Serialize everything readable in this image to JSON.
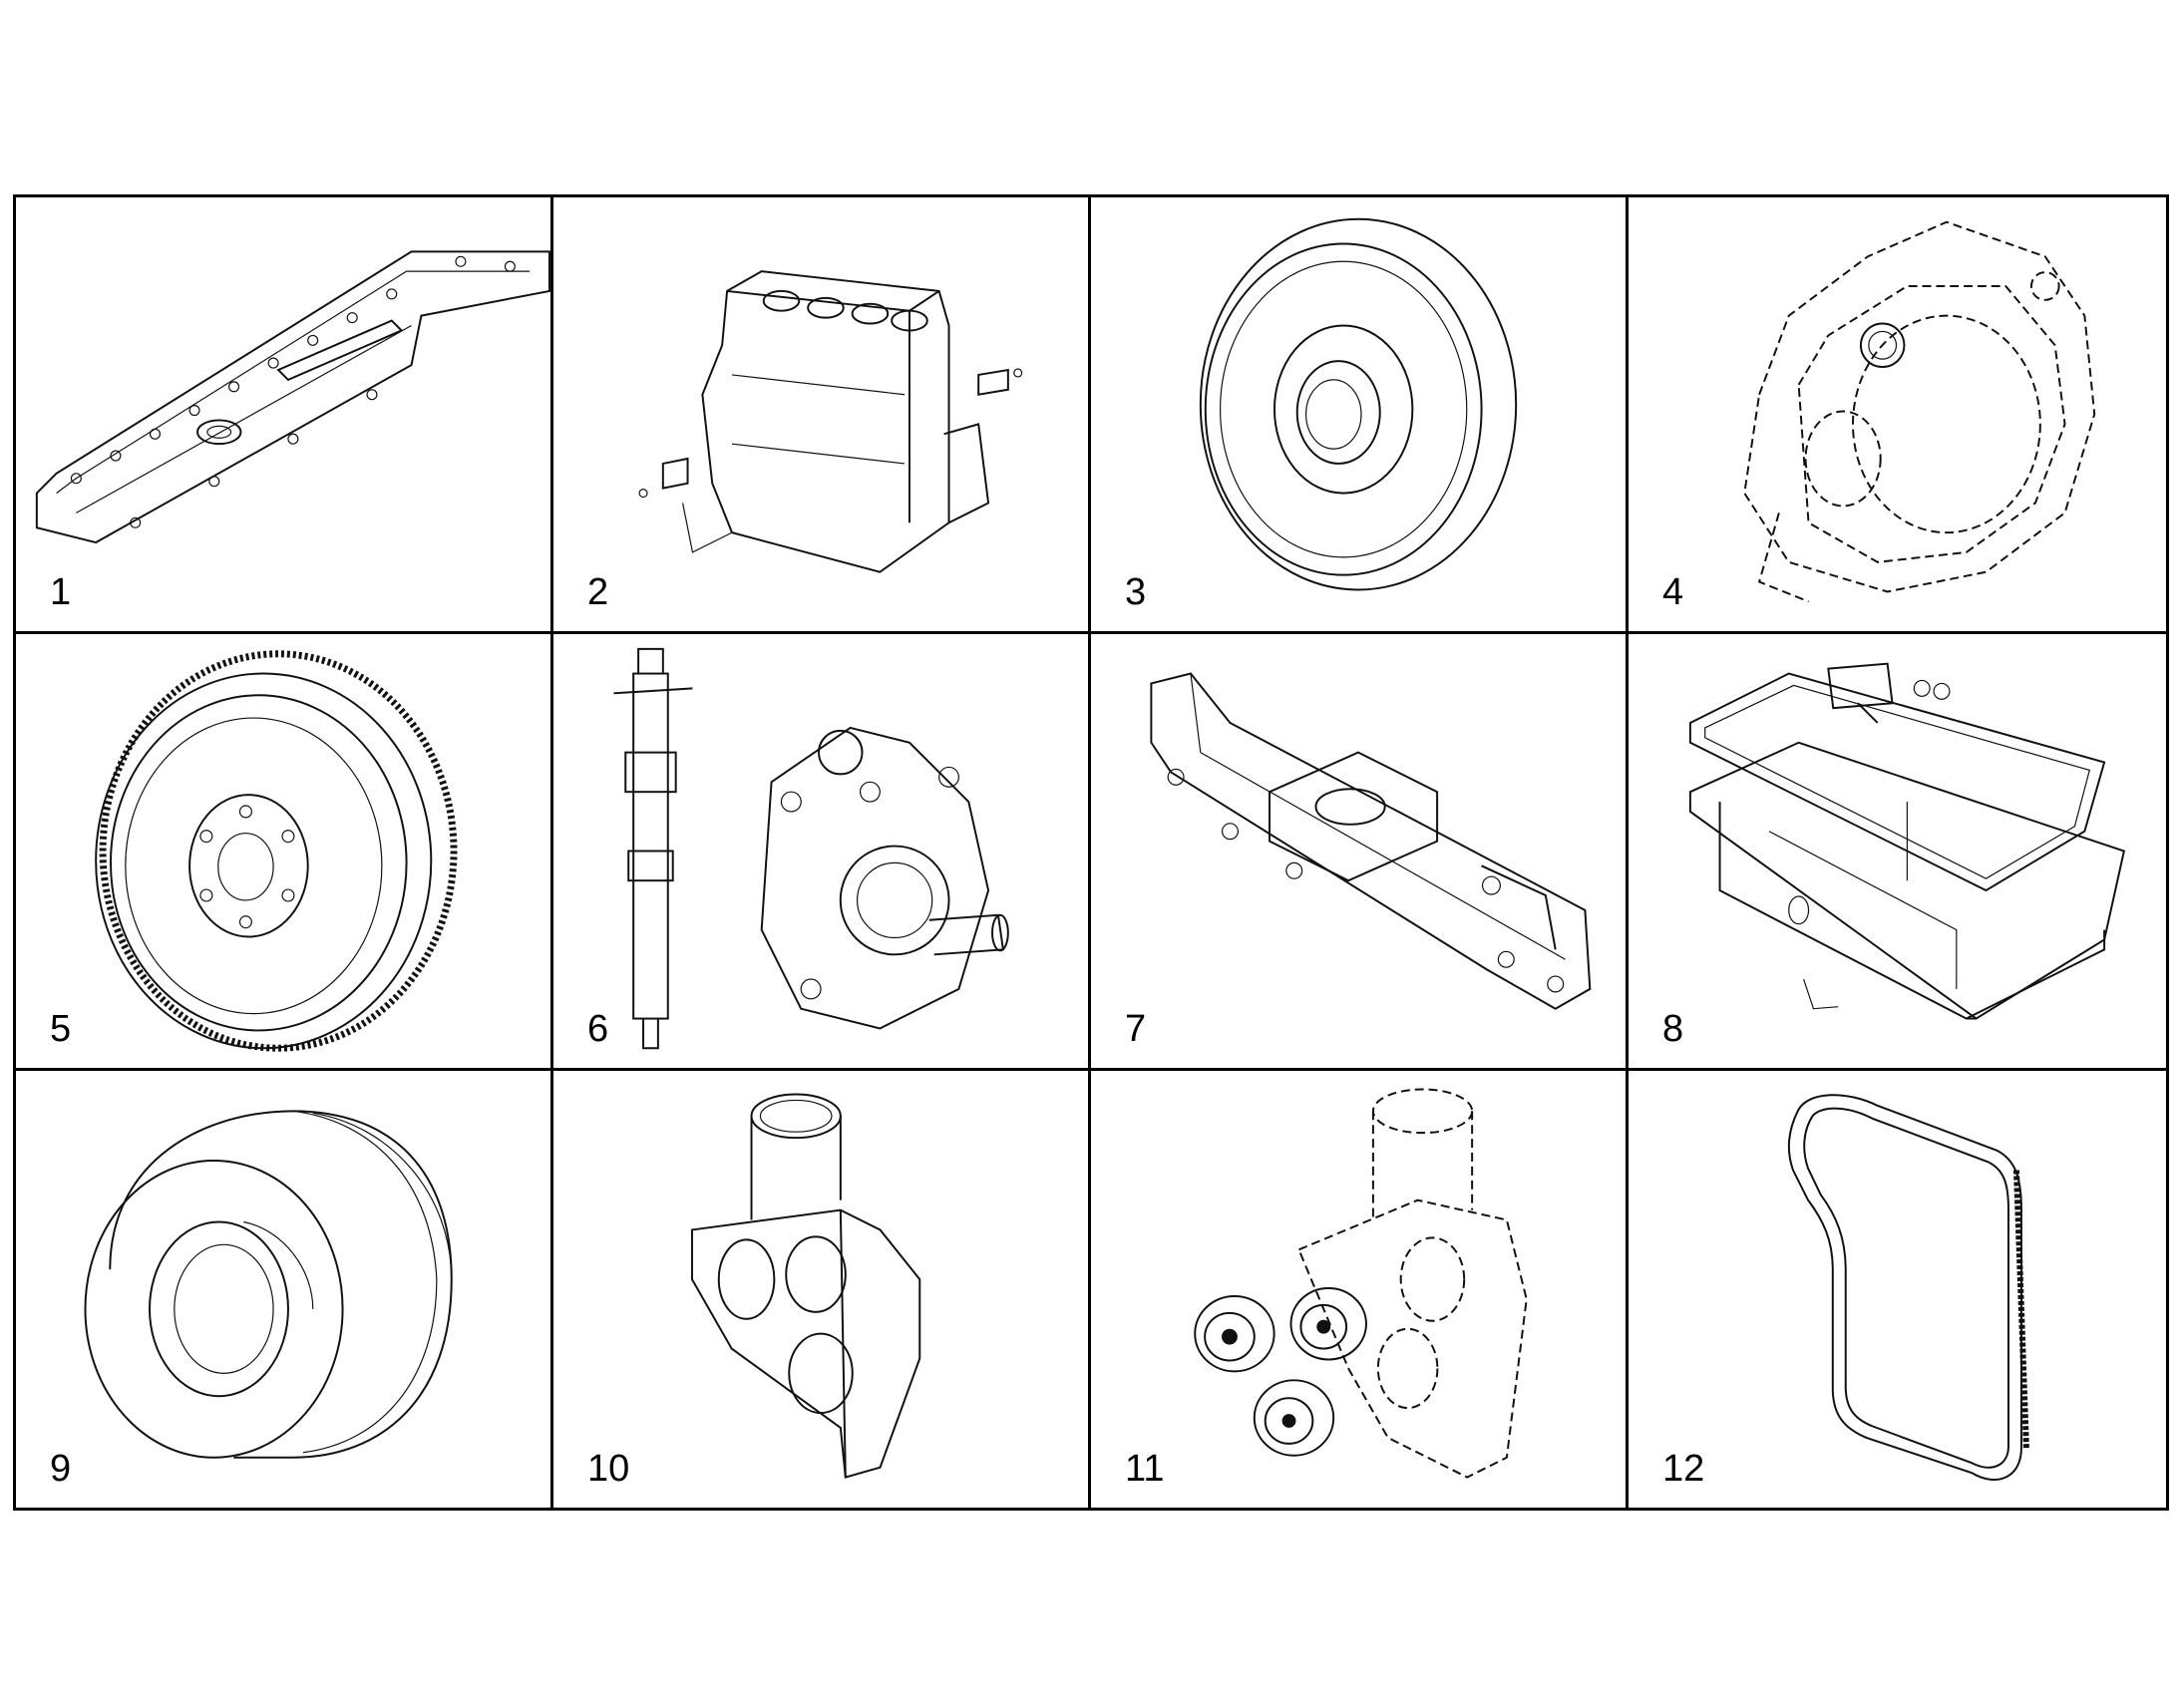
{
  "parts": [
    {
      "number": "1",
      "icon": "rocker-cover-icon"
    },
    {
      "number": "2",
      "icon": "cylinder-block-icon"
    },
    {
      "number": "3",
      "icon": "vibration-damper-icon"
    },
    {
      "number": "4",
      "icon": "flywheel-housing-icon"
    },
    {
      "number": "5",
      "icon": "flywheel-ring-gear-icon"
    },
    {
      "number": "6",
      "icon": "injector-and-fuel-pump-icon"
    },
    {
      "number": "7",
      "icon": "exhaust-manifold-icon"
    },
    {
      "number": "8",
      "icon": "oil-pan-icon"
    },
    {
      "number": "9",
      "icon": "crankshaft-pulley-icon"
    },
    {
      "number": "10",
      "icon": "water-outlet-connection-icon"
    },
    {
      "number": "11",
      "icon": "thermostat-housing-icon"
    },
    {
      "number": "12",
      "icon": "poly-v-belt-icon"
    }
  ]
}
